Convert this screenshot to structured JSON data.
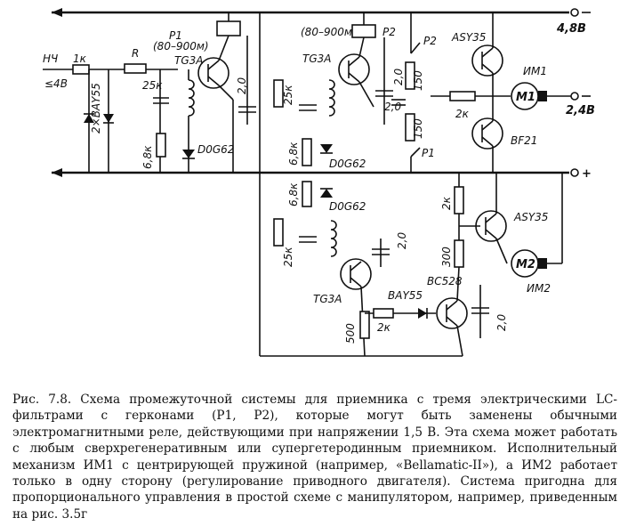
{
  "labels": {
    "rail_top": "4,8В",
    "rail_mid_minus": "–",
    "rail_bottom_plus": "+",
    "motor_supply": "2,4В",
    "input_nch": "НЧ",
    "input_r": "1к",
    "input_v": "≤4В",
    "diodes_in": "2×BAY55",
    "r_label": "R",
    "relay_p1": "P1",
    "relay_p1_range": "(80–900м)",
    "relay_p2": "P2",
    "relay_p2_range": "(80–900м)",
    "contact_p1": "P1",
    "contact_p2": "P2",
    "tr_tg3a_1": "TG3A",
    "tr_tg3a_2": "TG3A",
    "tr_tg3a_3": "TG3A",
    "tr_asy35_1": "ASY35",
    "tr_asy35_2": "ASY35",
    "tr_bf21": "BF21",
    "tr_bc528": "BC528",
    "diode_bay55": "BAY55",
    "d_dog62_1": "D0G62",
    "d_dog62_2": "D0G62",
    "d_dog62_3": "D0G62",
    "r_25k_1": "25к",
    "r_25k_2": "25к",
    "r_25k_3": "25к",
    "r_68k_1": "6,8к",
    "r_68k_2": "6,8к",
    "r_68k_3": "6,8к",
    "c_20_1": "2,0",
    "c_20_2": "2,0",
    "c_20_3": "2,0",
    "c_20_4": "2,0",
    "c_20_5": "2,0",
    "r_150_1": "150",
    "r_150_2": "150",
    "r_2k_1": "2к",
    "r_2k_2": "2к",
    "r_2k_3": "2к",
    "r_300": "300",
    "r_500": "500",
    "motor_1": "М1",
    "motor_2": "М2",
    "im1": "ИМ1",
    "im2": "ИМ2"
  },
  "caption": "Рис. 7.8. Схема промежуточной системы для приемника с тремя электрическими LC-фильтрами с герконами (P1, P2), которые могут быть заменены обычными электромагнитными реле, действующими при напряжении 1,5 В. Эта схема может работать с любым сверхрегенеративным или супергетеродинным приемником. Исполнительный механизм ИМ1 с центрирующей пружиной (например, «Bellamatic-II»), а ИМ2 работает только в одну сторону (регулирование приводного двигателя). Система пригодна для пропорционального управления в простой схеме с манипулятором, например, приведенным на рис. 3.5г"
}
